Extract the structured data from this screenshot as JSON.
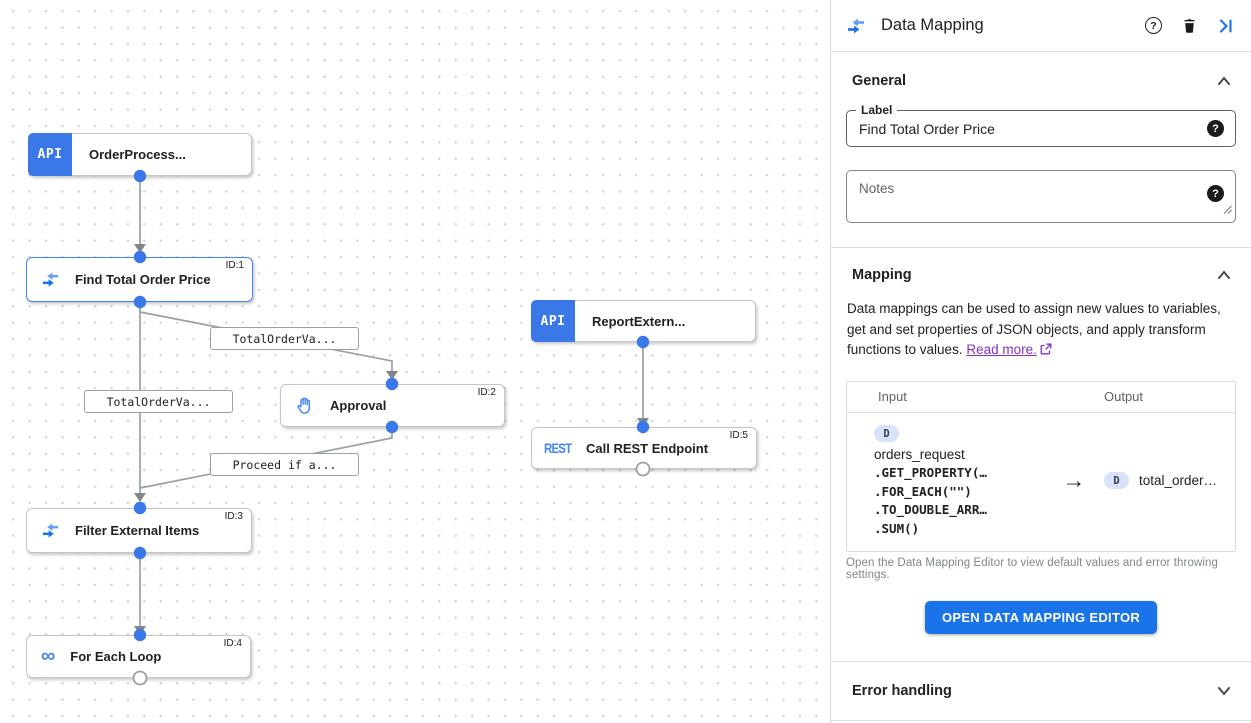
{
  "colors": {
    "accent_blue": "#1a73e8",
    "node_badge_blue": "#3b78e7",
    "icon_blue": "#4285f4",
    "link_purple": "#8430ce",
    "edge_gray": "#9aa0a6",
    "badge_bg": "#d9e2fb"
  },
  "canvas": {
    "nodes": [
      {
        "label": "OrderProcess...",
        "badge": "API",
        "id": ""
      },
      {
        "label": "Find Total Order Price",
        "id": "ID:1"
      },
      {
        "label": "ReportExtern...",
        "badge": "API",
        "id": ""
      },
      {
        "label": "Approval",
        "id": "ID:2"
      },
      {
        "label": "Call REST Endpoint",
        "badge": "REST",
        "id": "ID:5"
      },
      {
        "label": "Filter External Items",
        "id": "ID:3"
      },
      {
        "label": "For Each Loop",
        "id": "ID:4"
      }
    ],
    "edge_labels": [
      "TotalOrderVa...",
      "TotalOrderVa...",
      "Proceed if a..."
    ]
  },
  "panel": {
    "title": "Data Mapping",
    "general": {
      "title": "General",
      "label_field_label": "Label",
      "label_field_value": "Find Total Order Price",
      "notes_placeholder": "Notes"
    },
    "mapping": {
      "title": "Mapping",
      "description": "Data mappings can be used to assign new values to variables, get and set properties of JSON objects, and apply transform functions to values.",
      "read_more": "Read more.",
      "table": {
        "input_header": "Input",
        "output_header": "Output",
        "input_badge": "D",
        "input_var": "orders_request",
        "input_lines": [
          ".GET_PROPERTY(…",
          ".FOR_EACH(\"\")",
          ".TO_DOUBLE_ARR…",
          ".SUM()"
        ],
        "output_badge": "D",
        "output_var": "total_order…"
      },
      "caption": "Open the Data Mapping Editor to view default values and error throwing settings.",
      "button": "OPEN DATA MAPPING EDITOR"
    },
    "error_handling": {
      "title": "Error handling"
    }
  }
}
